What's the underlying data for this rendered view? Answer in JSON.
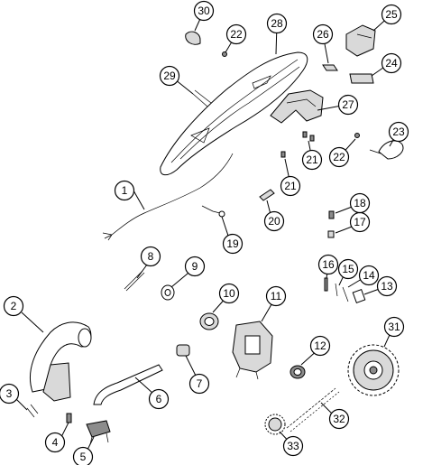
{
  "callouts": [
    {
      "id": "callout-1",
      "label": "1"
    },
    {
      "id": "callout-2",
      "label": "2"
    },
    {
      "id": "callout-3",
      "label": "3"
    },
    {
      "id": "callout-4",
      "label": "4"
    },
    {
      "id": "callout-5",
      "label": "5"
    },
    {
      "id": "callout-6",
      "label": "6"
    },
    {
      "id": "callout-7",
      "label": "7"
    },
    {
      "id": "callout-8",
      "label": "8"
    },
    {
      "id": "callout-9",
      "label": "9"
    },
    {
      "id": "callout-10",
      "label": "10"
    },
    {
      "id": "callout-11",
      "label": "11"
    },
    {
      "id": "callout-12",
      "label": "12"
    },
    {
      "id": "callout-13",
      "label": "13"
    },
    {
      "id": "callout-14",
      "label": "14"
    },
    {
      "id": "callout-15",
      "label": "15"
    },
    {
      "id": "callout-16",
      "label": "16"
    },
    {
      "id": "callout-17",
      "label": "17"
    },
    {
      "id": "callout-18",
      "label": "18"
    },
    {
      "id": "callout-19",
      "label": "19"
    },
    {
      "id": "callout-20",
      "label": "20"
    },
    {
      "id": "callout-21a",
      "label": "21"
    },
    {
      "id": "callout-21b",
      "label": "21"
    },
    {
      "id": "callout-22a",
      "label": "22"
    },
    {
      "id": "callout-22b",
      "label": "22"
    },
    {
      "id": "callout-23",
      "label": "23"
    },
    {
      "id": "callout-24",
      "label": "24"
    },
    {
      "id": "callout-25",
      "label": "25"
    },
    {
      "id": "callout-26",
      "label": "26"
    },
    {
      "id": "callout-27",
      "label": "27"
    },
    {
      "id": "callout-28",
      "label": "28"
    },
    {
      "id": "callout-29",
      "label": "29"
    },
    {
      "id": "callout-30",
      "label": "30"
    },
    {
      "id": "callout-31",
      "label": "31"
    },
    {
      "id": "callout-32",
      "label": "32"
    },
    {
      "id": "callout-33",
      "label": "33"
    }
  ]
}
